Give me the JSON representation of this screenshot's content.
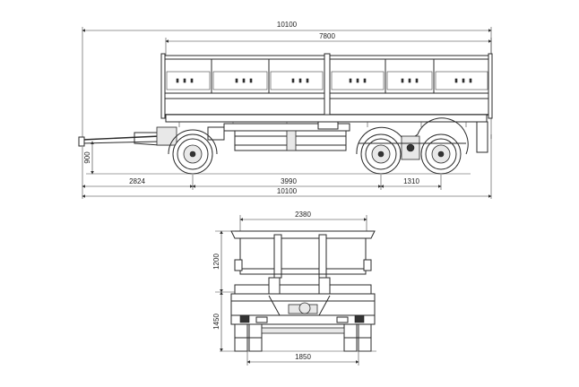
{
  "dimensions": {
    "side_total_top": "10100",
    "side_body_length": "7800",
    "side_height_hitch": "900",
    "side_front_overhang": "2824",
    "side_wheelbase": "3990",
    "side_axle_spacing": "1310",
    "side_total_bottom": "10100",
    "rear_width": "2380",
    "rear_body_height": "1200",
    "rear_chassis_height": "1450",
    "rear_track": "1850"
  }
}
